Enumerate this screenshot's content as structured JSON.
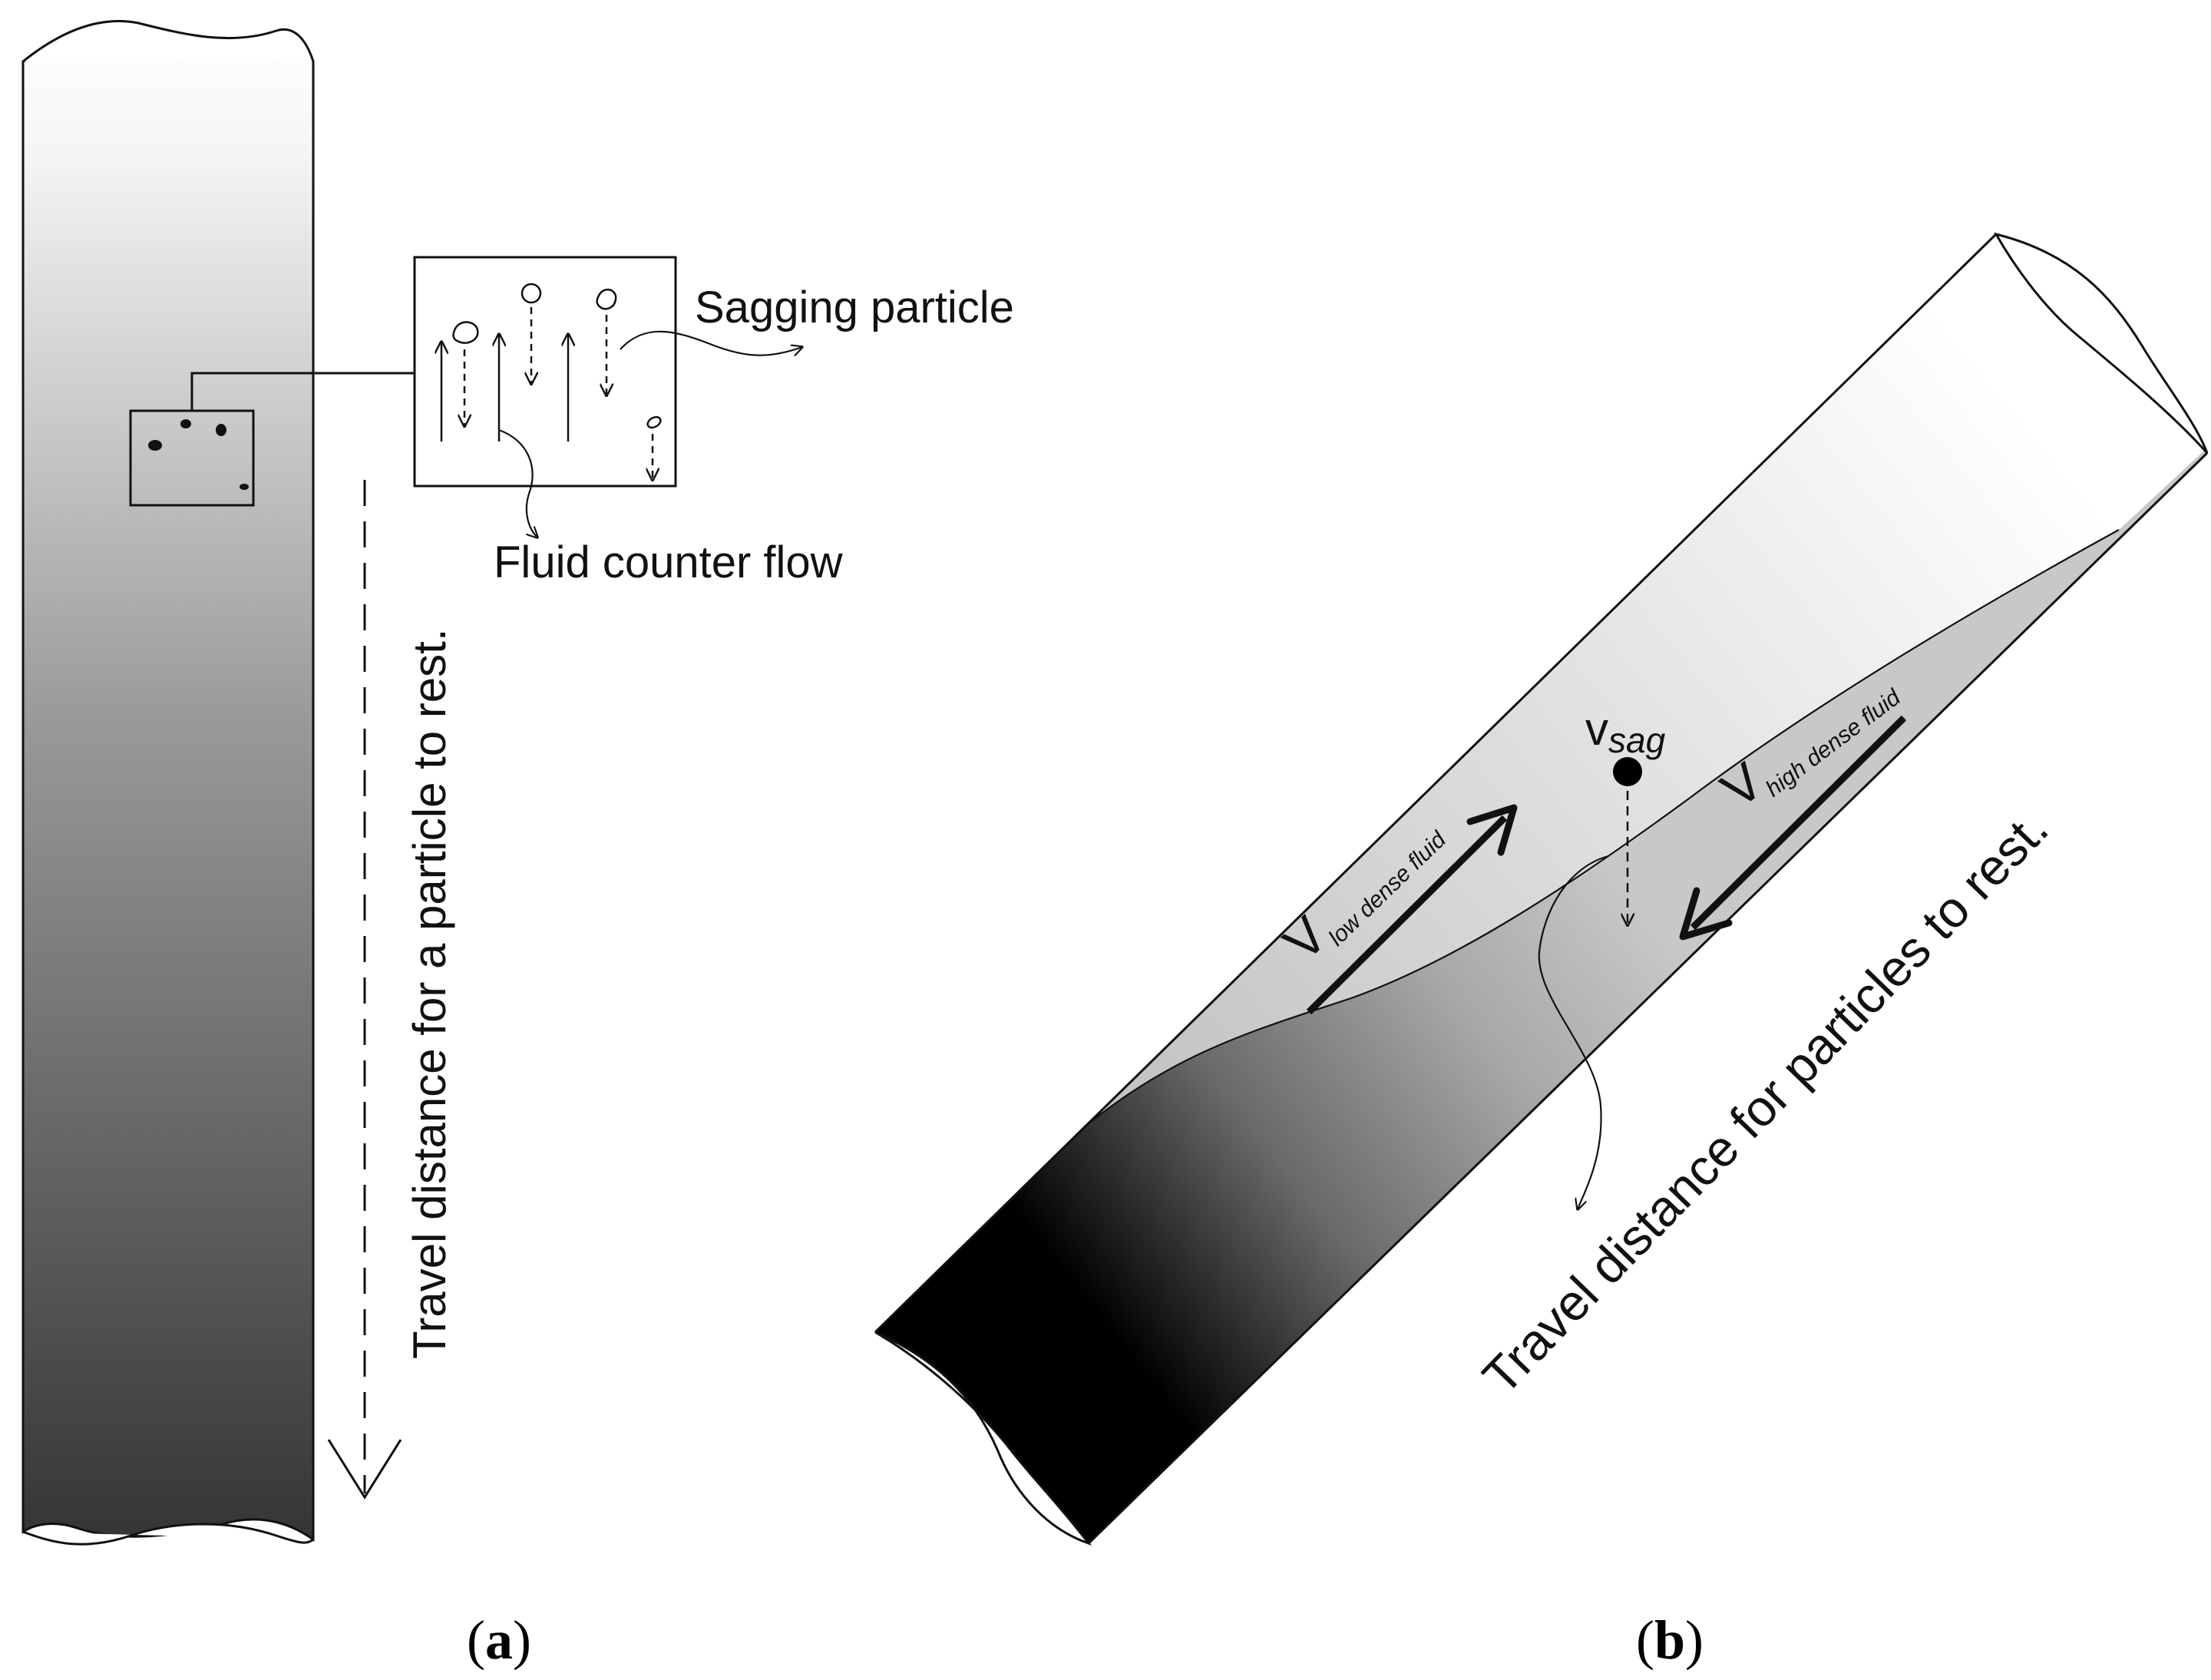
{
  "panel_a": {
    "callout_label_sagging": "Sagging particle",
    "callout_label_counterflow": "Fluid counter flow",
    "travel_label": "Travel distance for a particle to rest.",
    "caption_open": "(",
    "caption_letter": "a",
    "caption_close": ")"
  },
  "panel_b": {
    "v_sag_main": "v",
    "v_sag_sub": "sag",
    "v_low_main": "V",
    "v_low_sub": "low dense fluid",
    "v_high_main": "V",
    "v_high_sub": "high dense fluid",
    "travel_label": "Travel distance for particles to rest.",
    "caption_open": "(",
    "caption_letter": "b",
    "caption_close": ")"
  }
}
